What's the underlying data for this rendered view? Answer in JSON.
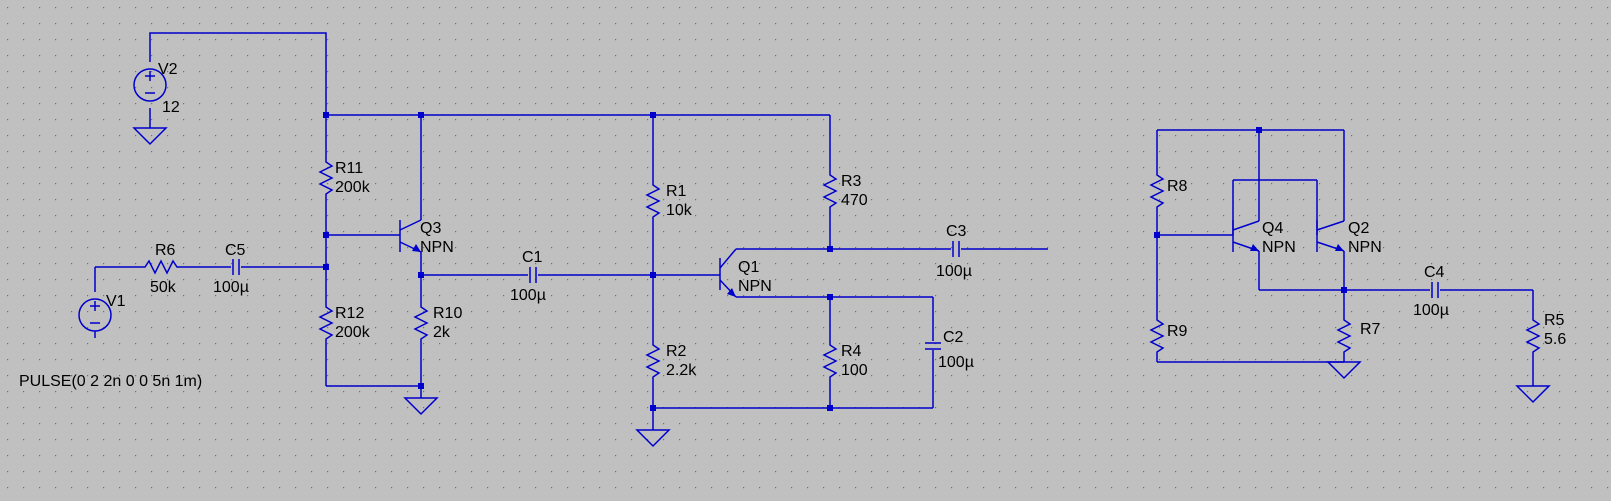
{
  "colors": {
    "background": "#c0c0c0",
    "grid": "#707070",
    "wire": "#0000cc",
    "text": "#000000"
  },
  "components": {
    "V1": {
      "name": "V1",
      "value": "PULSE(0 2 2n 0 0 5n 1m)"
    },
    "V2": {
      "name": "V2",
      "value": "12"
    },
    "R1": {
      "name": "R1",
      "value": "10k"
    },
    "R2": {
      "name": "R2",
      "value": "2.2k"
    },
    "R3": {
      "name": "R3",
      "value": "470"
    },
    "R4": {
      "name": "R4",
      "value": "100"
    },
    "R5": {
      "name": "R5",
      "value": "5.6"
    },
    "R6": {
      "name": "R6",
      "value": "50k"
    },
    "R7": {
      "name": "R7"
    },
    "R8": {
      "name": "R8"
    },
    "R9": {
      "name": "R9"
    },
    "R10": {
      "name": "R10",
      "value": "2k"
    },
    "R11": {
      "name": "R11",
      "value": "200k"
    },
    "R12": {
      "name": "R12",
      "value": "200k"
    },
    "C1": {
      "name": "C1",
      "value": "100µ"
    },
    "C2": {
      "name": "C2",
      "value": "100µ"
    },
    "C3": {
      "name": "C3",
      "value": "100µ"
    },
    "C4": {
      "name": "C4",
      "value": "100µ"
    },
    "C5": {
      "name": "C5",
      "value": "100µ"
    },
    "Q1": {
      "name": "Q1",
      "value": "NPN"
    },
    "Q2": {
      "name": "Q2",
      "value": "NPN"
    },
    "Q3": {
      "name": "Q3",
      "value": "NPN"
    },
    "Q4": {
      "name": "Q4",
      "value": "NPN"
    }
  }
}
